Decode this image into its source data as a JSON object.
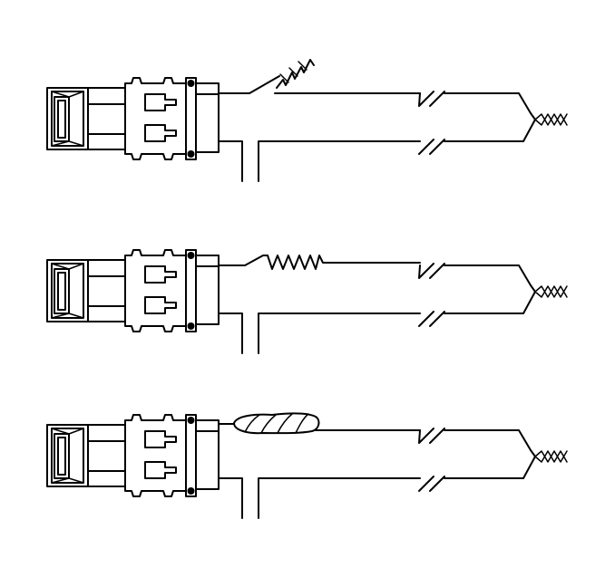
{
  "diagram": {
    "line_color": "#000000",
    "background": "#ffffff",
    "panels": [
      {
        "id": "broken-strand-over-insulation"
      },
      {
        "id": "strands-flattened-onto-insulation"
      },
      {
        "id": "solder-joint-covering-splice"
      }
    ]
  }
}
